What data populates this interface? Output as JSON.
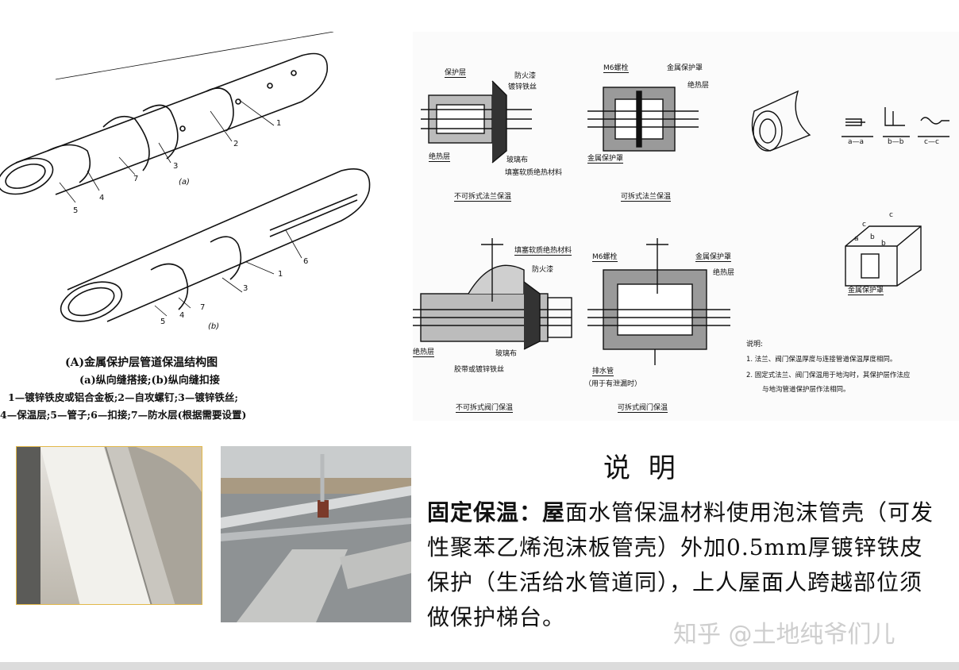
{
  "left_diagram": {
    "callouts_a": [
      "1",
      "2",
      "3",
      "7",
      "4",
      "5"
    ],
    "label_a": "(a)",
    "callouts_b": [
      "6",
      "1",
      "3",
      "7",
      "4",
      "5"
    ],
    "label_b": "(b)",
    "caption_title": "(A)金属保护层管道保温结构图",
    "caption_sub": "(a)纵向缝搭接;(b)纵向缝扣接",
    "caption_line1": "1—镀锌铁皮或铝合金板;2—自攻螺钉;3—镀锌铁丝;",
    "caption_line2": "4—保温层;5—管子;6—扣接;7—防水层(根据需要设置)"
  },
  "right_diagram": {
    "flange_fixed": {
      "labels": [
        "保护层",
        "防火漆",
        "镀锌铁丝",
        "绝热层",
        "玻璃布",
        "填塞软质绝热材料"
      ],
      "title": "不可拆式法兰保温"
    },
    "flange_removable": {
      "labels": [
        "M6螺栓",
        "金属保护罩",
        "绝热层",
        "金属保护罩"
      ],
      "title": "可拆式法兰保温"
    },
    "seams": {
      "labels": [
        "a—a",
        "b—b",
        "c—c"
      ],
      "cover_title": "金属保护罩",
      "cover_marks": [
        "c",
        "c",
        "a",
        "b",
        "b"
      ]
    },
    "valve_fixed": {
      "labels": [
        "填塞软质绝热材料",
        "防火漆",
        "绝热层",
        "玻璃布",
        "胶带或镀锌铁丝"
      ],
      "title": "不可拆式阀门保温"
    },
    "valve_removable": {
      "labels": [
        "M6螺栓",
        "金属保护罩",
        "绝热层",
        "排水管",
        "（用于有泄漏时）"
      ],
      "title": "可拆式阀门保温"
    },
    "notes": {
      "head": "说明:",
      "line1": "1.  法兰、阀门保温厚度与连接管道保温厚度相同。",
      "line2": "2.  固定式法兰、阀门保温用于地沟时，其保护层作法应",
      "line3": "与地沟管道保护层作法相同。"
    }
  },
  "explanation": {
    "title": "说 明",
    "bold_lead": "固定保温：屋",
    "body": "面水管保温材料使用泡沫管壳（可发性聚苯乙烯泡沫板管壳）外加0.5mm厚镀锌铁皮保护（生活给水管道同），上人屋面人跨越部位须做保护梯台。"
  },
  "watermark": "知乎 @土地纯爷们儿"
}
